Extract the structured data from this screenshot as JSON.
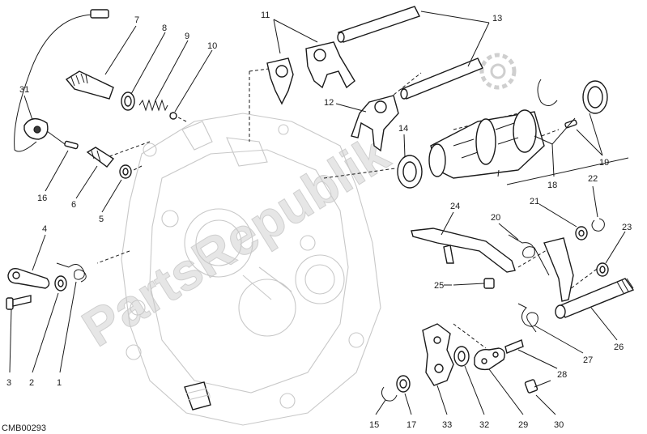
{
  "diagram": {
    "code": "CMB00293",
    "watermark": "PartsRepublik",
    "callouts": [
      "1",
      "2",
      "3",
      "4",
      "5",
      "6",
      "7",
      "8",
      "9",
      "10",
      "11",
      "12",
      "13",
      "14",
      "15",
      "16",
      "17",
      "18",
      "19",
      "20",
      "21",
      "22",
      "23",
      "24",
      "25",
      "26",
      "27",
      "28",
      "29",
      "30",
      "31",
      "32",
      "33"
    ]
  }
}
